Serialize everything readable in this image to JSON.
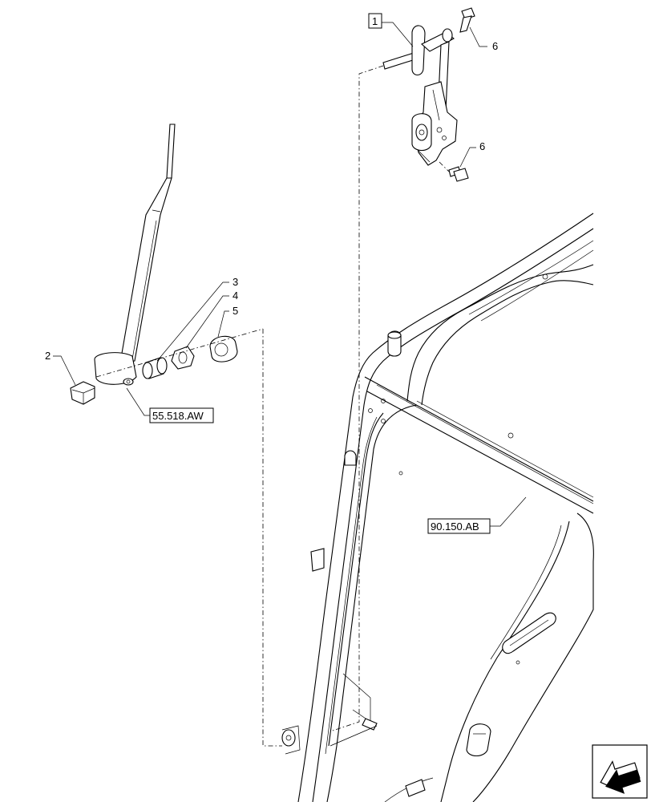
{
  "callouts": {
    "c1": "1",
    "c2": "2",
    "c3": "3",
    "c4": "4",
    "c5": "5",
    "c6a": "6",
    "c6b": "6"
  },
  "references": {
    "wiper": "55.518.AW",
    "cab": "90.150.AB"
  },
  "icons": {
    "nav": "arrow-nav-icon"
  }
}
